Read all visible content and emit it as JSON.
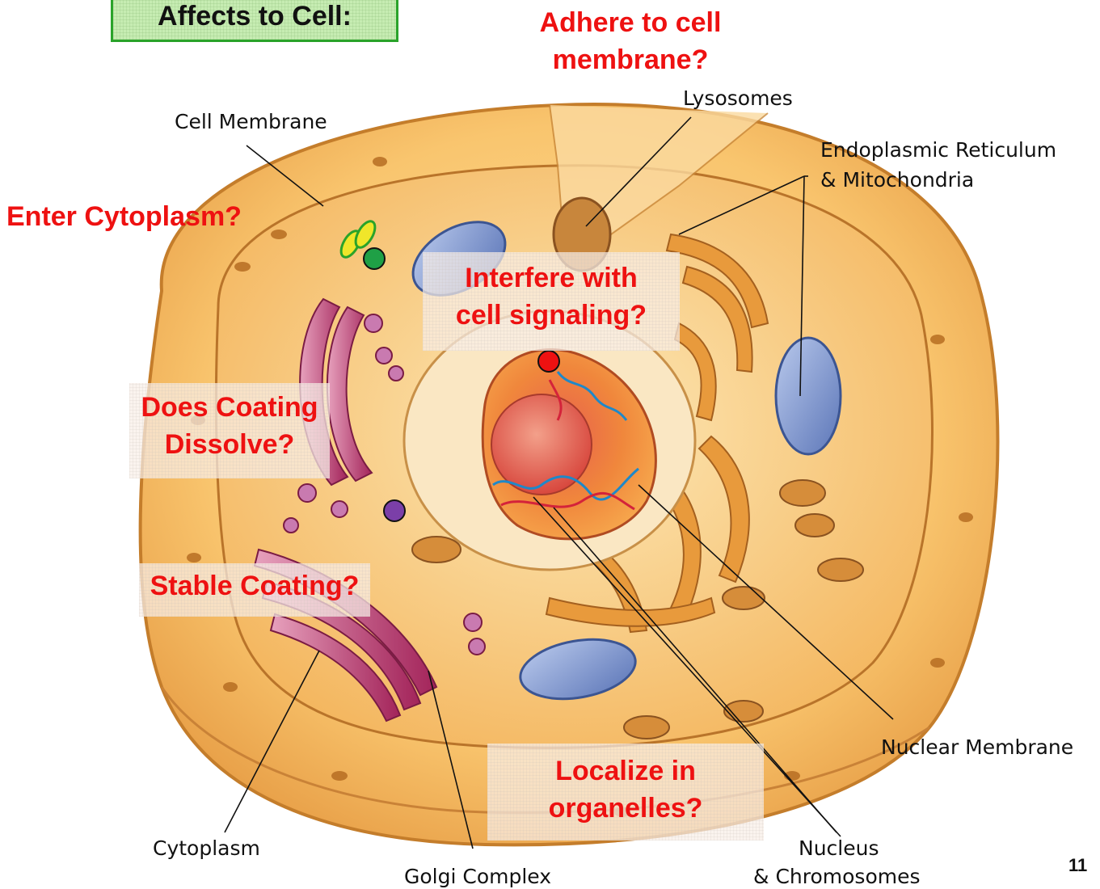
{
  "title": "Affects to Cell:",
  "labels": {
    "cell_membrane": "Cell Membrane",
    "lysosomes": "Lysosomes",
    "er_line1": "Endoplasmic Reticulum",
    "er_line2": "& Mitochondria",
    "nuclear_membrane": "Nuclear Membrane",
    "cytoplasm": "Cytoplasm",
    "golgi": "Golgi Complex",
    "nucleus_line1": "Nucleus",
    "nucleus_line2": "& Chromosomes"
  },
  "questions": {
    "adhere_line1": "Adhere to cell",
    "adhere_line2": "membrane?",
    "enter_cytoplasm": "Enter Cytoplasm?",
    "interfere_line1": "Interfere with",
    "interfere_line2": "cell signaling?",
    "coating_line1": "Does Coating",
    "coating_line2": "Dissolve?",
    "stable_coating": "Stable Coating?",
    "localize_line1": "Localize in",
    "localize_line2": "organelles?"
  },
  "colors": {
    "question_text": "#ee1111",
    "title_box_fill": "#c6ecb2",
    "title_box_border": "#2aa32a",
    "particle_green": "#1fa046",
    "particle_red": "#ee1111",
    "particle_purple": "#7b3fa8"
  },
  "page_number": "11"
}
